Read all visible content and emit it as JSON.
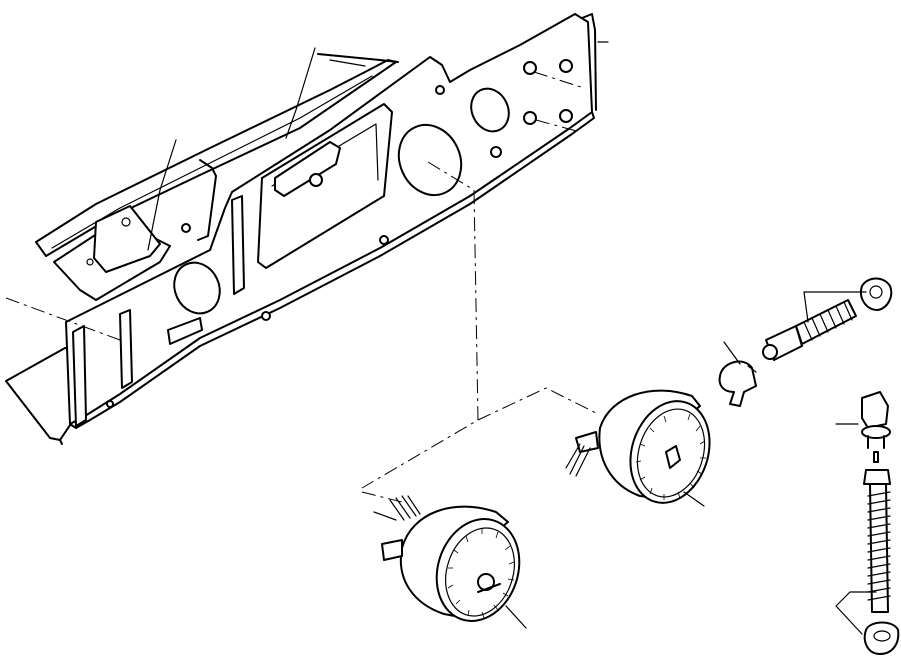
{
  "diagram": {
    "parts": [
      {
        "id": "instrument-panel",
        "type": "panel"
      },
      {
        "id": "gauge-upper",
        "type": "gauge"
      },
      {
        "id": "gauge-lower",
        "type": "gauge"
      },
      {
        "id": "lamp-socket-right",
        "type": "switch"
      },
      {
        "id": "toggle-switch-vertical",
        "type": "switch"
      }
    ]
  }
}
